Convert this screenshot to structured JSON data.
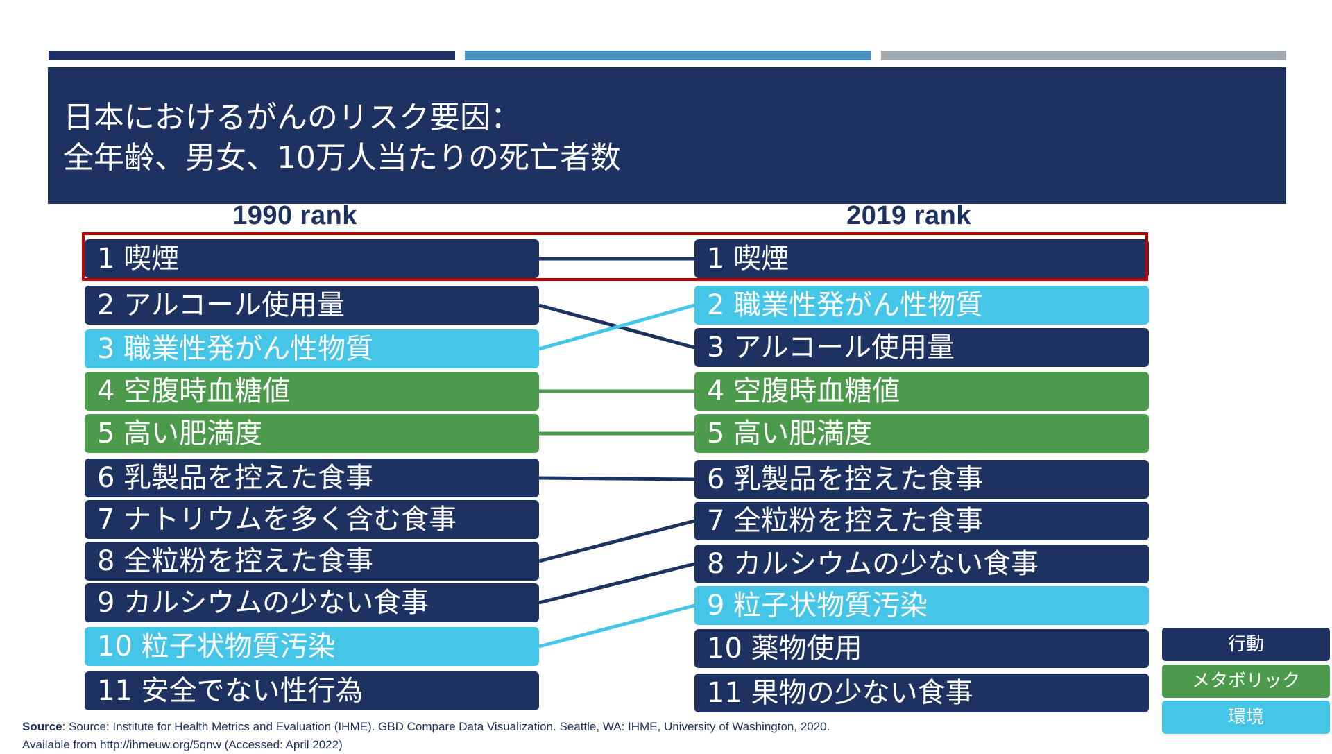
{
  "title": {
    "line1": "日本におけるがんのリスク要因：",
    "line2": "全年齢、男女、10万人当たりの死亡者数"
  },
  "headers": {
    "left": "1990 rank",
    "right": "2019 rank"
  },
  "ranks_1990": [
    {
      "label": "1  喫煙",
      "category": "behavior"
    },
    {
      "label": "2  アルコール使用量",
      "category": "behavior"
    },
    {
      "label": "3 職業性発がん性物質",
      "category": "environmental"
    },
    {
      "label": "4 空腹時血糖値",
      "category": "metabolic"
    },
    {
      "label": "5 高い肥満度",
      "category": "metabolic"
    },
    {
      "label": "6 乳製品を控えた食事",
      "category": "behavior"
    },
    {
      "label": "7 ナトリウムを多く含む食事",
      "category": "behavior"
    },
    {
      "label": "8 全粒粉を控えた食事",
      "category": "behavior"
    },
    {
      "label": "9 カルシウムの少ない食事",
      "category": "behavior"
    },
    {
      "label": "10 粒子状物質汚染",
      "category": "environmental"
    },
    {
      "label": "11 安全でない性行為",
      "category": "behavior"
    }
  ],
  "ranks_2019": [
    {
      "label": "1 喫煙",
      "category": "behavior"
    },
    {
      "label": "2 職業性発がん性物質",
      "category": "environmental"
    },
    {
      "label": "3 アルコール使用量",
      "category": "behavior"
    },
    {
      "label": "4 空腹時血糖値",
      "category": "metabolic"
    },
    {
      "label": "5 高い肥満度",
      "category": "metabolic"
    },
    {
      "label": "6 乳製品を控えた食事",
      "category": "behavior"
    },
    {
      "label": "7 全粒粉を控えた食事",
      "category": "behavior"
    },
    {
      "label": "8 カルシウムの少ない食事",
      "category": "behavior"
    },
    {
      "label": "9 粒子状物質汚染",
      "category": "environmental"
    },
    {
      "label": "10 薬物使用",
      "category": "behavior"
    },
    {
      "label": "11 果物の少ない食事",
      "category": "behavior"
    }
  ],
  "connections": [
    {
      "from_rank": 1,
      "to_rank": 1,
      "category": "behavior"
    },
    {
      "from_rank": 2,
      "to_rank": 3,
      "category": "behavior"
    },
    {
      "from_rank": 3,
      "to_rank": 2,
      "category": "environmental"
    },
    {
      "from_rank": 4,
      "to_rank": 4,
      "category": "metabolic"
    },
    {
      "from_rank": 5,
      "to_rank": 5,
      "category": "metabolic"
    },
    {
      "from_rank": 6,
      "to_rank": 6,
      "category": "behavior"
    },
    {
      "from_rank": 8,
      "to_rank": 7,
      "category": "behavior"
    },
    {
      "from_rank": 9,
      "to_rank": 8,
      "category": "behavior"
    },
    {
      "from_rank": 10,
      "to_rank": 9,
      "category": "environmental"
    }
  ],
  "highlighted_rank": 1,
  "legend": {
    "behavior": "行動",
    "metabolic": "メタボリック",
    "environmental": "環境"
  },
  "colors": {
    "behavior": "#1e3261",
    "metabolic": "#4c9a4c",
    "environmental": "#45c5e8",
    "highlight": "#c00000",
    "bar_dark": "#1e3261",
    "bar_mid": "#4a90c0",
    "bar_light": "#a3a8ad"
  },
  "source": {
    "prefix": "Source",
    "text": ": Source: Institute for Health Metrics and Evaluation (IHME). GBD Compare Data Visualization. Seattle, WA: IHME, University of Washington, 2020.",
    "line2": "Available from http://ihmeuw.org/5qnw (Accessed: April 2022)"
  }
}
